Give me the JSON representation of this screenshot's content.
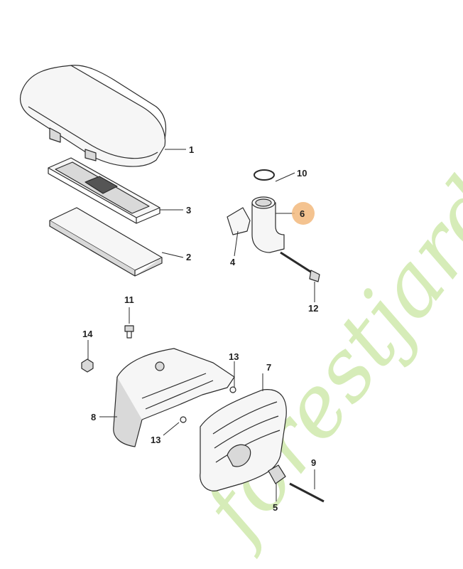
{
  "colors": {
    "line": "#2a2a2a",
    "fill": "#f6f6f6",
    "shade": "#d9d9d9",
    "highlight": "#f2b97d",
    "watermark_green": "#d6ecb8",
    "watermark_brown": "#d9d2c4"
  },
  "watermark": {
    "text": "forestjardin.com"
  },
  "callouts": [
    {
      "id": "c1",
      "label": "1"
    },
    {
      "id": "c2",
      "label": "2"
    },
    {
      "id": "c3",
      "label": "3"
    },
    {
      "id": "c4",
      "label": "4"
    },
    {
      "id": "c5",
      "label": "5"
    },
    {
      "id": "c6",
      "label": "6",
      "highlighted": true
    },
    {
      "id": "c7",
      "label": "7"
    },
    {
      "id": "c8",
      "label": "8"
    },
    {
      "id": "c9",
      "label": "9"
    },
    {
      "id": "c10",
      "label": "10"
    },
    {
      "id": "c11",
      "label": "11"
    },
    {
      "id": "c12",
      "label": "12"
    },
    {
      "id": "c13a",
      "label": "13"
    },
    {
      "id": "c13b",
      "label": "13"
    },
    {
      "id": "c14",
      "label": "14"
    }
  ]
}
